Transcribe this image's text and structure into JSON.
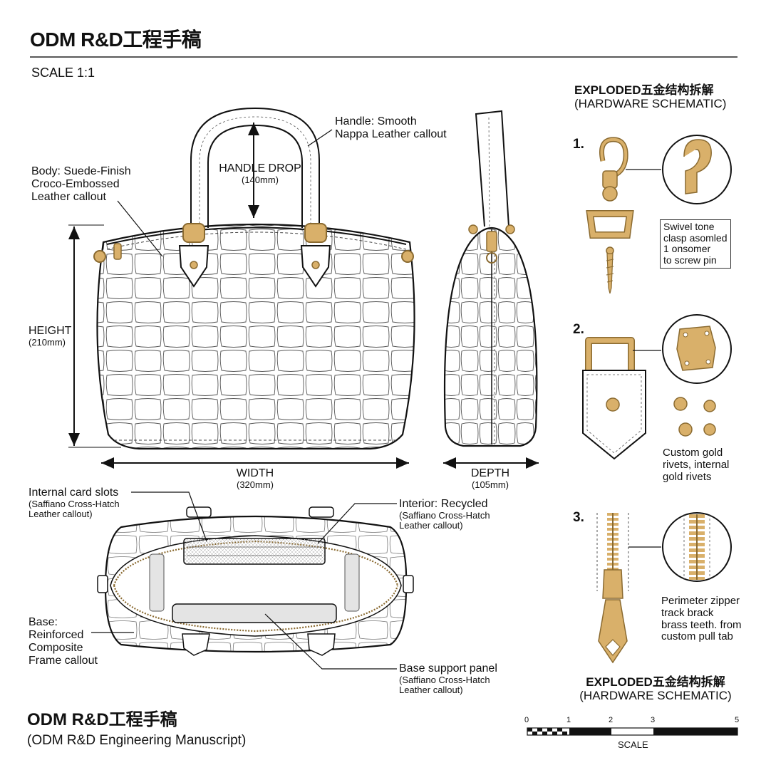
{
  "header": {
    "title": "ODM R&D工程手稿",
    "scale": "SCALE  1:1"
  },
  "front_view": {
    "body_callout": [
      "Body: Suede-Finish",
      "Croco-Embossed",
      "Leather callout"
    ],
    "handle_callout": [
      "Handle: Smooth",
      "Nappa Leather callout"
    ],
    "handle_drop": {
      "label": "HANDLE DROP",
      "value": "(140mm)"
    },
    "height": {
      "label": "HEIGHT",
      "value": "(210mm)"
    },
    "width": {
      "label": "WIDTH",
      "value": "(320mm)"
    }
  },
  "side_view": {
    "depth": {
      "label": "DEPTH",
      "value": "(105mm)"
    }
  },
  "top_view": {
    "card_slots": {
      "title": "Internal card slots",
      "sub": [
        "(Saffiano Cross-Hatch",
        "Leather callout)"
      ]
    },
    "interior": {
      "title": "Interior: Recycled",
      "sub": [
        "(Saffiano Cross-Hatch",
        "Leather callout)"
      ]
    },
    "base": [
      "Base:",
      "Reinforced",
      "Composite",
      "Frame callout"
    ],
    "base_panel": {
      "title": "Base support panel",
      "sub": [
        "(Saffiano Cross-Hatch",
        "Leather callout)"
      ]
    }
  },
  "hardware": {
    "heading": [
      "EXPLODED五金结构拆解",
      "(HARDWARE SCHEMATIC)"
    ],
    "items": [
      {
        "number": "1.",
        "note": [
          "Swivel tone",
          "clasp asomled",
          "1 onsomer",
          "to screw pin"
        ]
      },
      {
        "number": "2.",
        "note": [
          "Custom gold",
          "rivets, internal",
          "gold rivets"
        ]
      },
      {
        "number": "3.",
        "note": [
          "Perimeter zipper",
          "track brack",
          "brass teeth. from",
          "custom pull tab"
        ]
      }
    ],
    "footer_heading": [
      "EXPLODED五金结构拆解",
      "(HARDWARE SCHEMATIC)"
    ]
  },
  "footer": {
    "title": "ODM R&D工程手稿",
    "subtitle": "(ODM R&D Engineering Manuscript)",
    "scale_bar": {
      "ticks": [
        "0",
        "1",
        "2",
        "3",
        "5"
      ],
      "label": "SCALE"
    }
  },
  "colors": {
    "line": "#1a1a1a",
    "gold": "#d9b06a",
    "gold_dark": "#8a6a30",
    "panel": "#e4e4e4"
  }
}
